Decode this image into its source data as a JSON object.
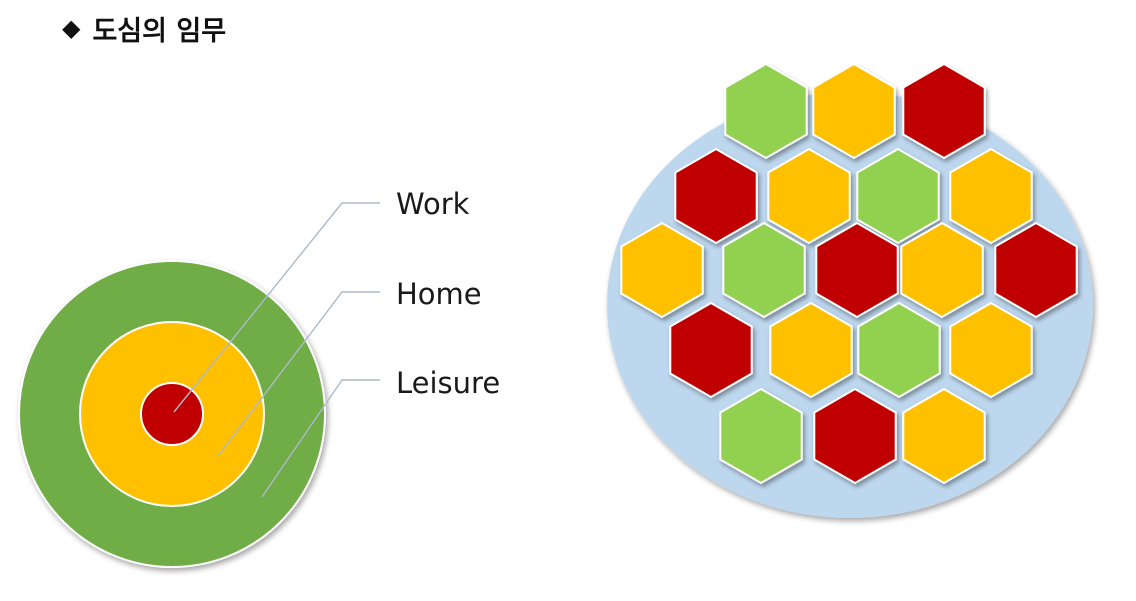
{
  "title": {
    "bullet": "◆",
    "text": "도심의 임무"
  },
  "rings": [
    {
      "label": "Work",
      "color": "#c00000"
    },
    {
      "label": "Home",
      "color": "#ffc000"
    },
    {
      "label": "Leisure",
      "color": "#70ad47"
    }
  ],
  "hex_cluster": {
    "background_color": "#bdd7ee",
    "colors": {
      "green": "#92d050",
      "yellow": "#ffc000",
      "red": "#c00000"
    },
    "rows": [
      [
        "green",
        "yellow",
        "red"
      ],
      [
        "red",
        "yellow",
        "green",
        "yellow"
      ],
      [
        "yellow",
        "green",
        "red",
        "yellow",
        "red"
      ],
      [
        "red",
        "yellow",
        "green",
        "yellow"
      ],
      [
        "green",
        "red",
        "yellow"
      ]
    ]
  }
}
